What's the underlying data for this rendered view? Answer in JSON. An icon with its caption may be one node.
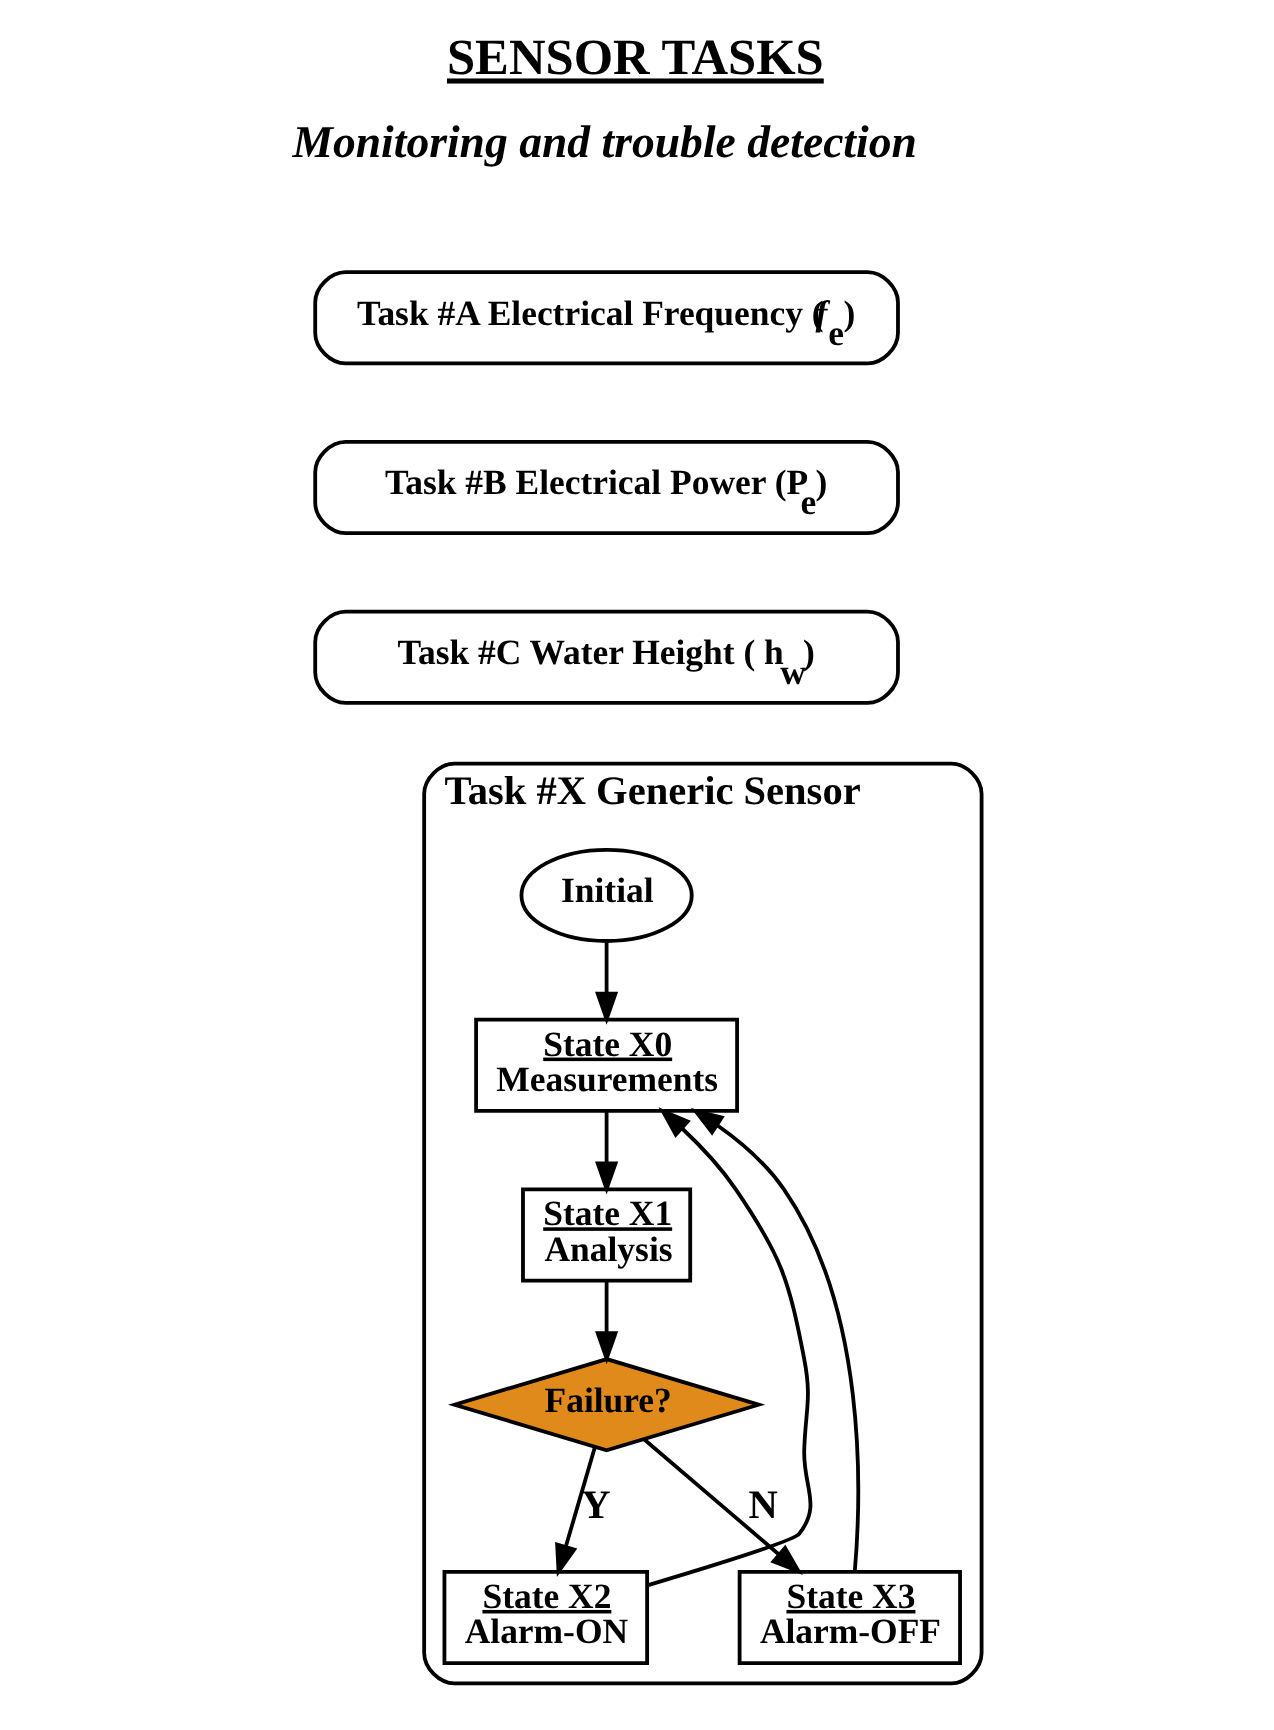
{
  "diagram": {
    "title": "SENSOR TASKS",
    "nodes": [
      {
        "text": [
          "Task #A Electrical Frequency (*f*$_{e}$)"
        ]
      },
      {
        "text": [
          "Task #B Electrical Power (P$_{e}$)"
        ]
      },
      {
        "text": [
          "Task #C Water Height ( h$_{w}$)"
        ]
      },
      {
        "text": [
          "Task #X Generic Sensor"
        ]
      },
      {
        "text": [
          "Initial"
        ],
        "in": 3
      },
      {
        "text": [
          "State X0",
          "Measurements"
        ],
        "in": 3
      },
      {
        "text": [
          "State X1",
          "Analysis"
        ],
        "in": 3
      },
      {
        "text": [
          "Failure?"
        ],
        "in": 3
      },
      {
        "text": [
          "State X2",
          "Alarm-ON"
        ],
        "in": 3
      },
      {
        "text": [
          "State X3",
          "Alarm-OFF"
        ],
        "in": 3
      }
    ],
    "edges": [
      {
        "from": 4,
        "to": 5,
        "arrow": "to"
      },
      {
        "from": 5,
        "to": 6,
        "arrow": "to"
      },
      {
        "from": 6,
        "to": 7,
        "arrow": "to"
      },
      {
        "from": 7,
        "to": 8,
        "arrow": "to",
        "label": "Y"
      },
      {
        "from": 7,
        "to": 9,
        "arrow": "to",
        "label": "N"
      },
      {
        "from": 8,
        "to": 5,
        "arrow": "to"
      },
      {
        "from": 9,
        "to": 5,
        "arrow": "to"
      }
    ],
    "labels": [
      "Monitoring and trouble detection"
    ]
  }
}
